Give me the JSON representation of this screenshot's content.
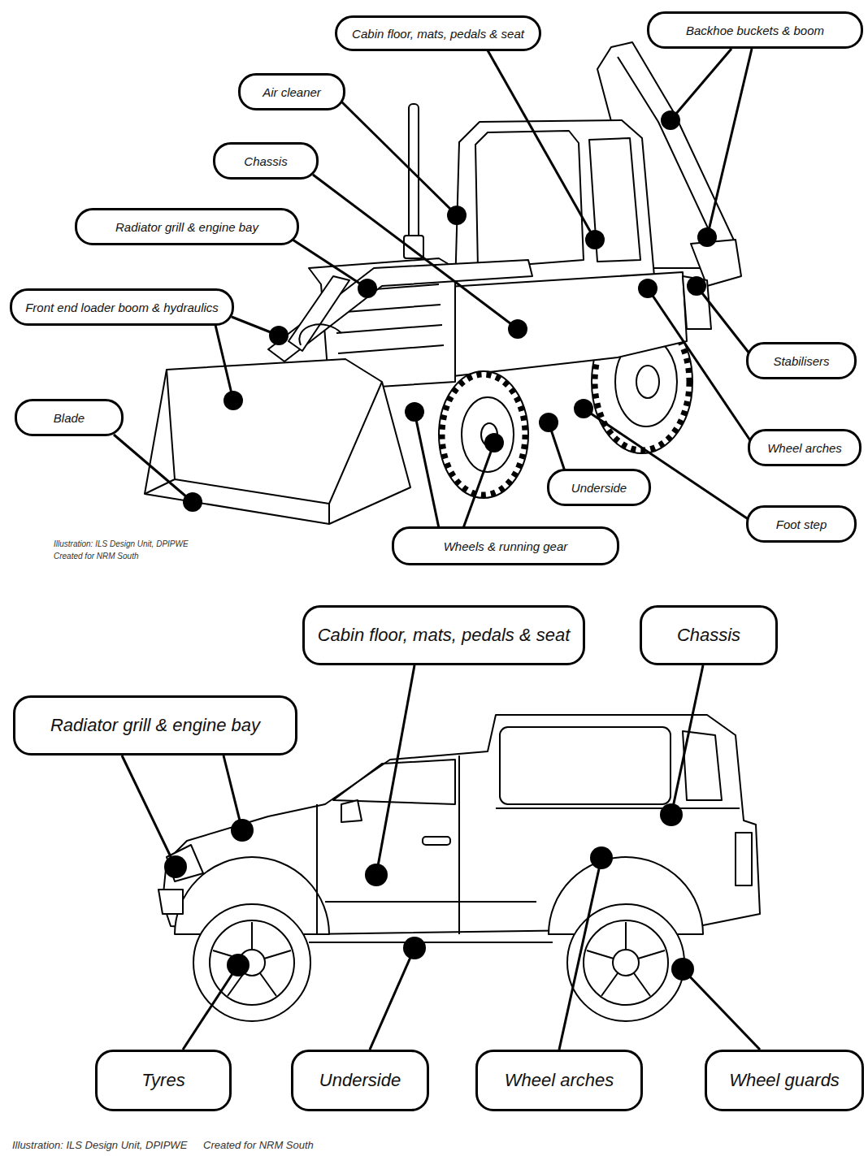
{
  "diagram": {
    "nodes": [
      {
        "text": [
          "Cabin floor, mats, pedals & seat"
        ]
      },
      {
        "text": [
          "Backhoe buckets & boom"
        ]
      },
      {
        "text": [
          "Air cleaner"
        ]
      },
      {
        "text": [
          "Chassis"
        ]
      },
      {
        "text": [
          "Radiator grill & engine bay"
        ]
      },
      {
        "text": [
          "Front end loader boom & hydraulics"
        ]
      },
      {
        "text": [
          "Stabilisers"
        ]
      },
      {
        "text": [
          "Blade"
        ]
      },
      {
        "text": [
          "Wheel arches"
        ]
      },
      {
        "text": [
          "Underside"
        ]
      },
      {
        "text": [
          "Foot step"
        ]
      },
      {
        "text": [
          "Wheels & running gear"
        ]
      },
      {
        "text": [
          "Cabin floor, mats, pedals & seat"
        ]
      },
      {
        "text": [
          "Chassis"
        ]
      },
      {
        "text": [
          "Radiator grill & engine bay"
        ]
      },
      {
        "text": [
          "Tyres"
        ]
      },
      {
        "text": [
          "Underside"
        ]
      },
      {
        "text": [
          "Wheel arches"
        ]
      },
      {
        "text": [
          "Wheel guards"
        ]
      }
    ],
    "labels": [
      "Illustration: ILS Design Unit, DPIPWE",
      "Created for NRM South",
      "Illustration: ILS Design Unit, DPIPWE",
      "Created for NRM South"
    ]
  }
}
